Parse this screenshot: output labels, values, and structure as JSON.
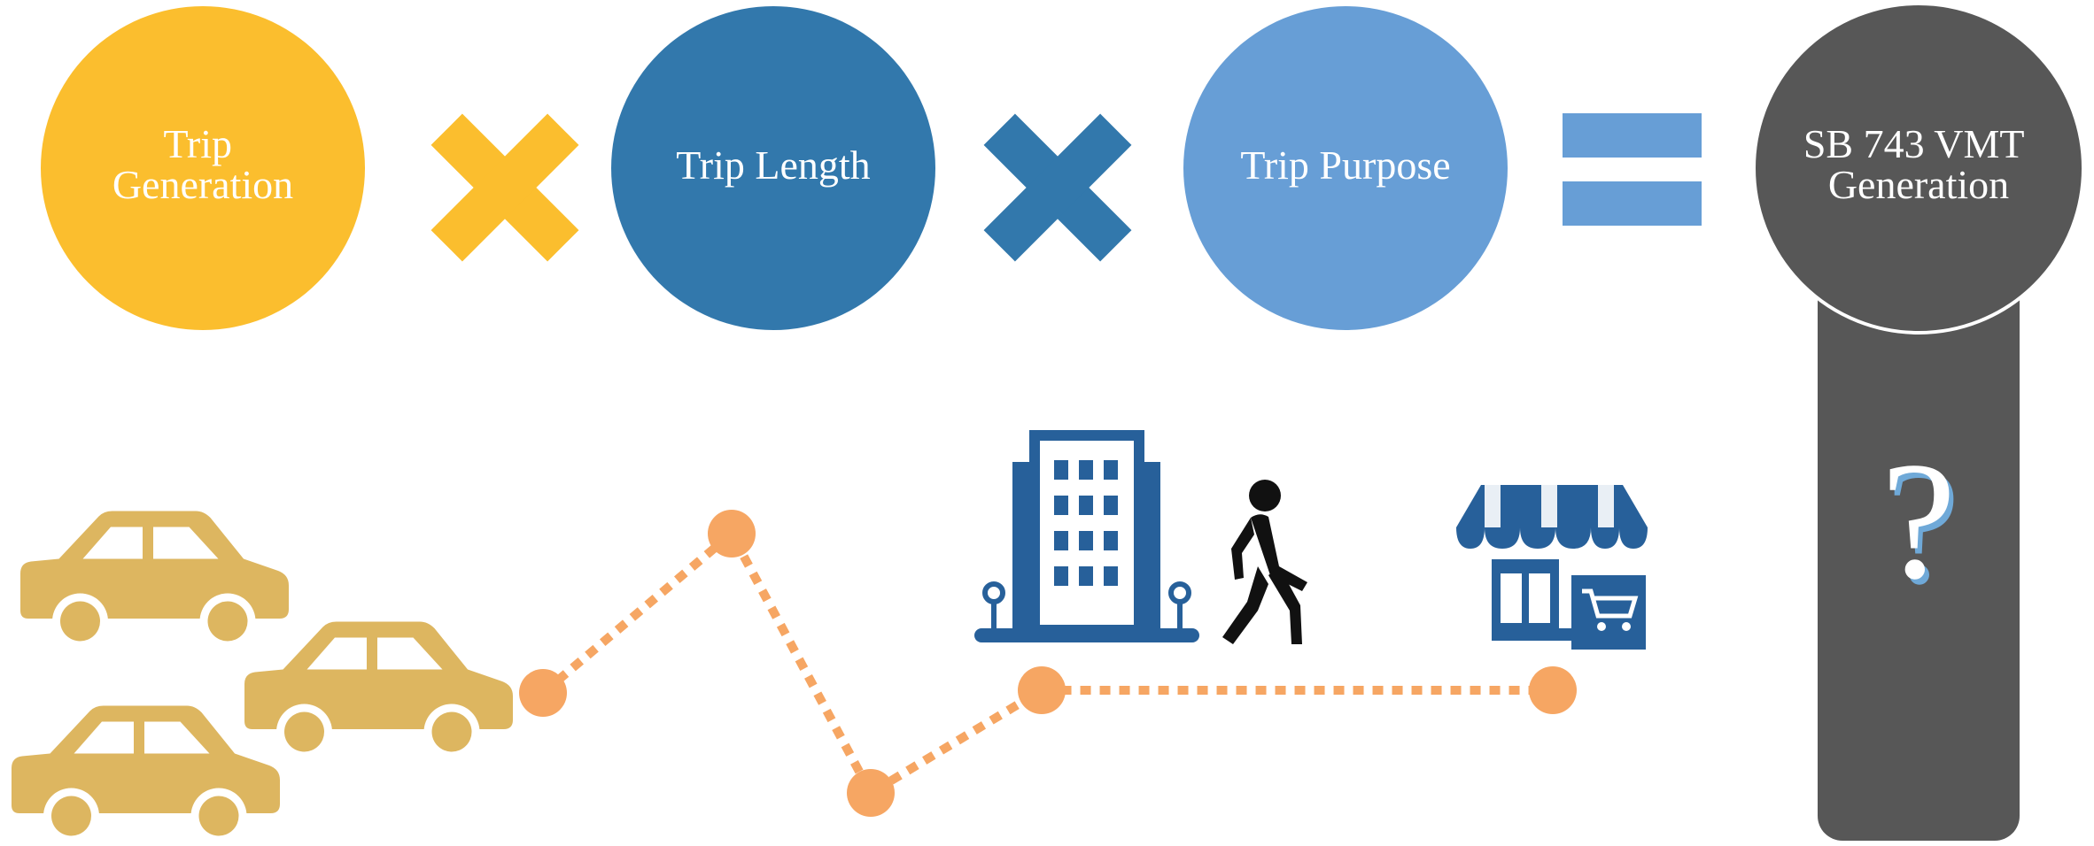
{
  "equation": {
    "terms": [
      {
        "id": "trip-generation",
        "lines": [
          "Trip",
          "Generation"
        ],
        "color": "#FBBE2E"
      },
      {
        "id": "trip-length",
        "lines": [
          "Trip Length"
        ],
        "color": "#3278AC"
      },
      {
        "id": "trip-purpose",
        "lines": [
          "Trip Purpose"
        ],
        "color": "#679ED6"
      },
      {
        "id": "sb743-vmt-generation",
        "lines": [
          "SB 743 VMT",
          "Generation"
        ],
        "color": "#575757"
      }
    ],
    "operators": {
      "multiply_1_color": "#FBBE2E",
      "multiply_2_color": "#3278AC",
      "equals_color": "#679ED6"
    },
    "result_symbol": "?"
  },
  "colors": {
    "car": "#DDB660",
    "route": "#F6A663",
    "building": "#27609A",
    "store": "#27609A",
    "pedestrian": "#111111",
    "question": "#FFFFFF",
    "question_shadow": "#6FA9D8"
  },
  "icons": [
    "car-icon",
    "office-building-icon",
    "pedestrian-icon",
    "store-icon"
  ]
}
